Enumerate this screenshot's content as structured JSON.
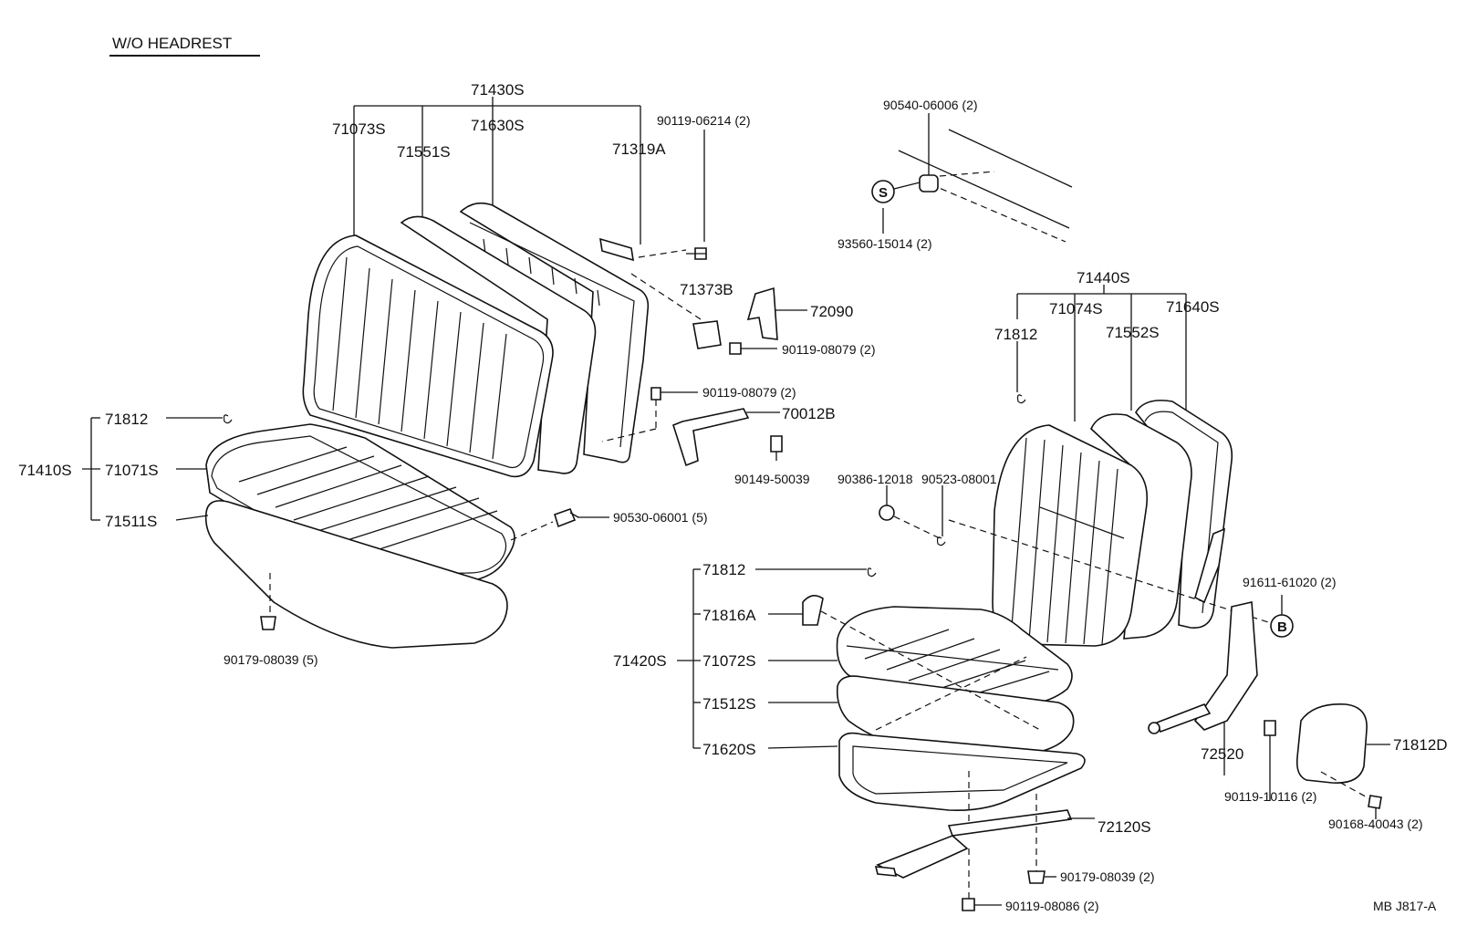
{
  "title": "W/O HEADREST",
  "code": "MB  J817-A",
  "labels": {
    "l71430S": "71430S",
    "l71073S": "71073S",
    "l71551S": "71551S",
    "l71630S": "71630S",
    "l90119_06214": "90119-06214 (2)",
    "l71319A": "71319A",
    "l71373B": "71373B",
    "l72090": "72090",
    "l90119_08079a": "90119-08079 (2)",
    "l90119_08079b": "90119-08079 (2)",
    "l70012B": "70012B",
    "l90149_50039": "90149-50039",
    "l71812a": "71812",
    "l71410S": "71410S",
    "l71071S": "71071S",
    "l71511S": "71511S",
    "l90530_06001": "90530-06001 (5)",
    "l90179_08039a": "90179-08039 (5)",
    "l90540_06006": "90540-06006 (2)",
    "l93560_15014": "93560-15014 (2)",
    "lS": "S",
    "l71440S": "71440S",
    "l71074S": "71074S",
    "l71640S": "71640S",
    "l71812b": "71812",
    "l71552S": "71552S",
    "l90386_12018": "90386-12018",
    "l90523_08001": "90523-08001",
    "l91611_61020": "91611-61020 (2)",
    "lB": "B",
    "l71812c": "71812",
    "l71816A": "71816A",
    "l71420S": "71420S",
    "l71072S": "71072S",
    "l71512S": "71512S",
    "l71620S": "71620S",
    "l72520": "72520",
    "l71812D": "71812D",
    "l90119_10116": "90119-10116 (2)",
    "l90168_40043": "90168-40043 (2)",
    "l72120S": "72120S",
    "l90179_08039b": "90179-08039 (2)",
    "l90119_08086": "90119-08086 (2)"
  }
}
